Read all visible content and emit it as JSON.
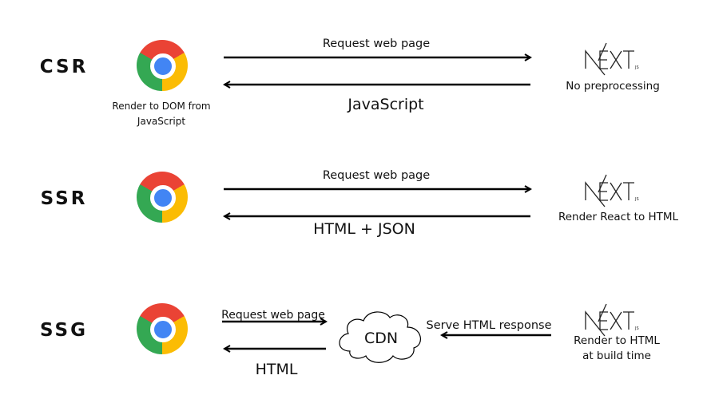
{
  "rows": [
    {
      "mode": "CSR",
      "request_label": "Request web page",
      "response_label": "JavaScript",
      "client_caption": [
        "Render to DOM from",
        "JavaScript"
      ],
      "server_caption": [
        "No preprocessing"
      ]
    },
    {
      "mode": "SSR",
      "request_label": "Request web page",
      "response_label": "HTML + JSON",
      "server_caption": [
        "Render React to HTML"
      ]
    },
    {
      "mode": "SSG",
      "request_label": "Request web page",
      "response_label": "HTML",
      "cdn_label": "CDN",
      "serve_label": "Serve HTML response",
      "server_caption": [
        "Render to HTML",
        "at build time"
      ]
    }
  ],
  "logos": {
    "client": "chrome-icon",
    "server": "nextjs-logo",
    "server_logo_text": "NEXT.js"
  },
  "colors": {
    "chrome_red": "#ea4335",
    "chrome_yellow": "#fbbc04",
    "chrome_green": "#34a853",
    "chrome_blue": "#4285f4",
    "line": "#000000"
  }
}
